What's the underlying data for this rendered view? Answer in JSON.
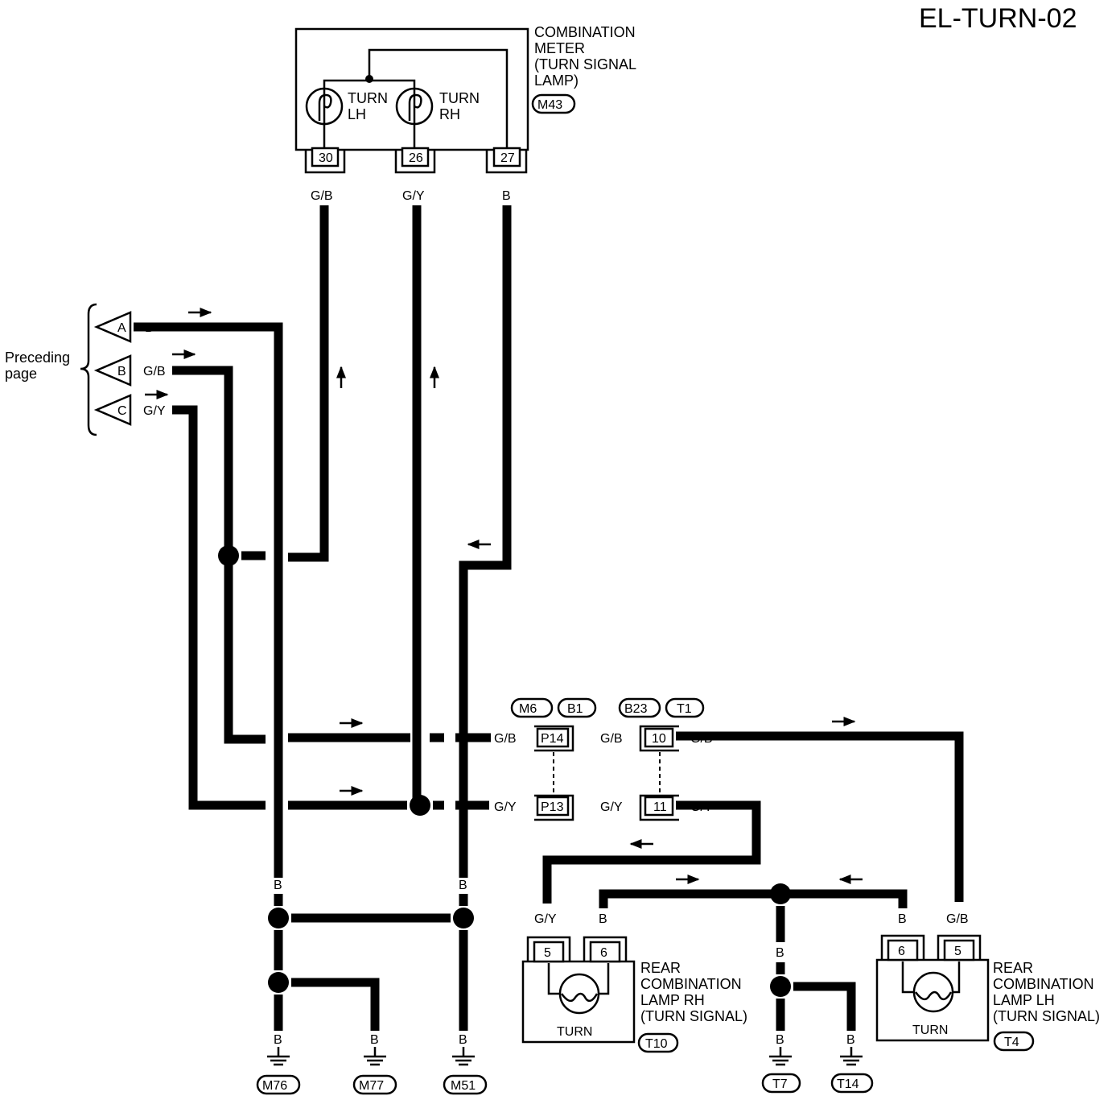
{
  "title": "EL-TURN-02",
  "meter": {
    "name": "COMBINATION\nMETER\n(TURN SIGNAL\nLAMP)",
    "connector": "M43",
    "lamp_lh": "TURN\nLH",
    "lamp_rh": "TURN\nRH",
    "pins": [
      "30",
      "26",
      "27"
    ],
    "wires": [
      "G/B",
      "G/Y",
      "B"
    ]
  },
  "preceding": {
    "label": "Preceding\npage",
    "refs": [
      {
        "id": "A",
        "wire": "B"
      },
      {
        "id": "B",
        "wire": "G/B"
      },
      {
        "id": "C",
        "wire": "G/Y"
      }
    ]
  },
  "connectors": {
    "joint1": {
      "tags": [
        "M6",
        "B1"
      ],
      "pin_top": "P14",
      "pin_bottom": "P13"
    },
    "joint2": {
      "tags": [
        "B23",
        "T1"
      ],
      "pin_top": "10",
      "pin_bottom": "11"
    }
  },
  "wire_labels": {
    "gb": "G/B",
    "gy": "G/Y",
    "b": "B"
  },
  "rear_rh": {
    "name": "REAR\nCOMBINATION\nLAMP RH\n(TURN SIGNAL)",
    "connector": "T10",
    "pins": [
      "5",
      "6"
    ],
    "wires": [
      "G/Y",
      "B"
    ],
    "lamp": "TURN"
  },
  "rear_lh": {
    "name": "REAR\nCOMBINATION\nLAMP LH\n(TURN SIGNAL)",
    "connector": "T4",
    "pins": [
      "6",
      "5"
    ],
    "wires": [
      "B",
      "G/B"
    ],
    "lamp": "TURN"
  },
  "grounds": [
    "M76",
    "M77",
    "M51",
    "T7",
    "T14"
  ]
}
